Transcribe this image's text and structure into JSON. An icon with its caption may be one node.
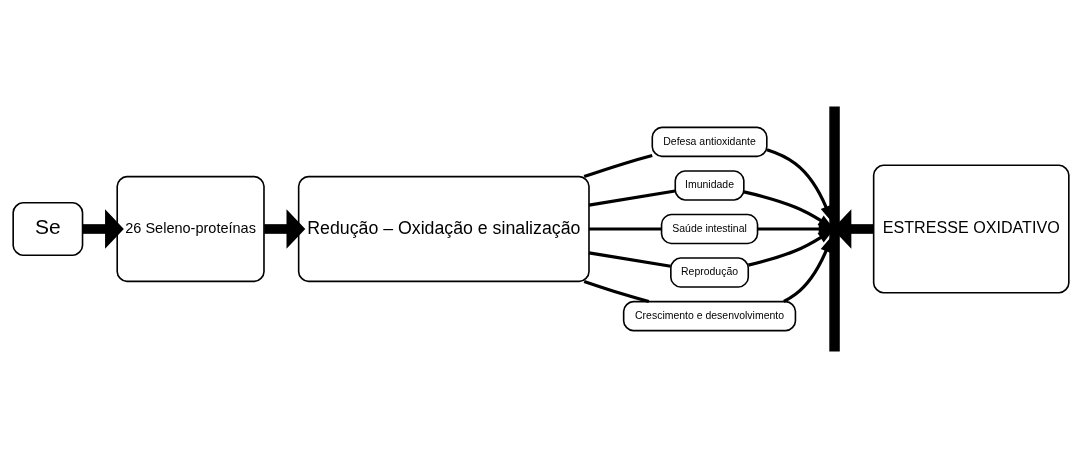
{
  "diagram": {
    "nodes": [
      {
        "text": [
          "Se"
        ]
      },
      {
        "text": [
          "26 Seleno-proteínas"
        ]
      },
      {
        "text": [
          "Redução – Oxidação e sinalização"
        ]
      },
      {
        "text": [
          "Defesa antioxidante"
        ]
      },
      {
        "text": [
          "Imunidade"
        ]
      },
      {
        "text": [
          "Saúde intestinal"
        ]
      },
      {
        "text": [
          "Reprodução"
        ]
      },
      {
        "text": [
          "Crescimento e desenvolvimento"
        ]
      },
      {
        "text": [],
        "shape": "bar"
      },
      {
        "text": [
          "ESTRESSE OXIDATIVO"
        ]
      }
    ],
    "edges": [
      {
        "from": 0,
        "to": 1,
        "arrow": "to",
        "style": "thick"
      },
      {
        "from": 1,
        "to": 2,
        "arrow": "to",
        "style": "thick"
      },
      {
        "from": 2,
        "to": 3,
        "arrow": "none"
      },
      {
        "from": 2,
        "to": 4,
        "arrow": "none"
      },
      {
        "from": 2,
        "to": 5,
        "arrow": "none"
      },
      {
        "from": 2,
        "to": 6,
        "arrow": "none"
      },
      {
        "from": 2,
        "to": 7,
        "arrow": "none"
      },
      {
        "from": 3,
        "to": 8,
        "arrow": "to"
      },
      {
        "from": 4,
        "to": 8,
        "arrow": "to"
      },
      {
        "from": 5,
        "to": 8,
        "arrow": "to"
      },
      {
        "from": 6,
        "to": 8,
        "arrow": "to"
      },
      {
        "from": 7,
        "to": 8,
        "arrow": "to"
      },
      {
        "from": 9,
        "to": 8,
        "arrow": "to",
        "style": "thick"
      }
    ]
  }
}
